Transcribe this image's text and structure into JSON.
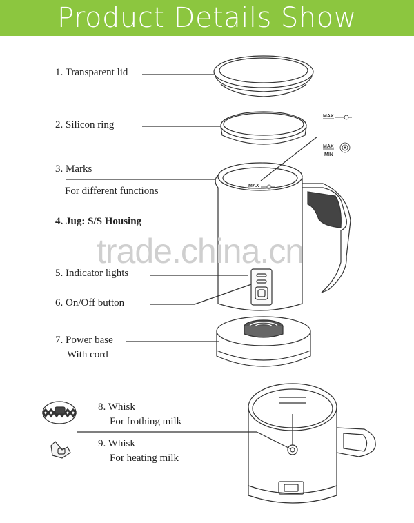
{
  "header": {
    "title": "Product Details Show"
  },
  "labels": {
    "lid": "1. Transparent lid",
    "ring": "2. Silicon ring",
    "marks": "3. Marks",
    "marks_sub": "For different functions",
    "jug": "4. Jug: S/S Housing",
    "indicator": "5. Indicator lights",
    "onoff": "6. On/Off button",
    "base": "7. Power base",
    "base_sub": "With cord",
    "whisk_frothing": "8. Whisk",
    "whisk_frothing_sub": "For frothing milk",
    "whisk_heating": "9. Whisk",
    "whisk_heating_sub": "For heating milk"
  },
  "marks": {
    "max": "MAX",
    "min": "MIN"
  },
  "watermark": "trade.china.cn"
}
